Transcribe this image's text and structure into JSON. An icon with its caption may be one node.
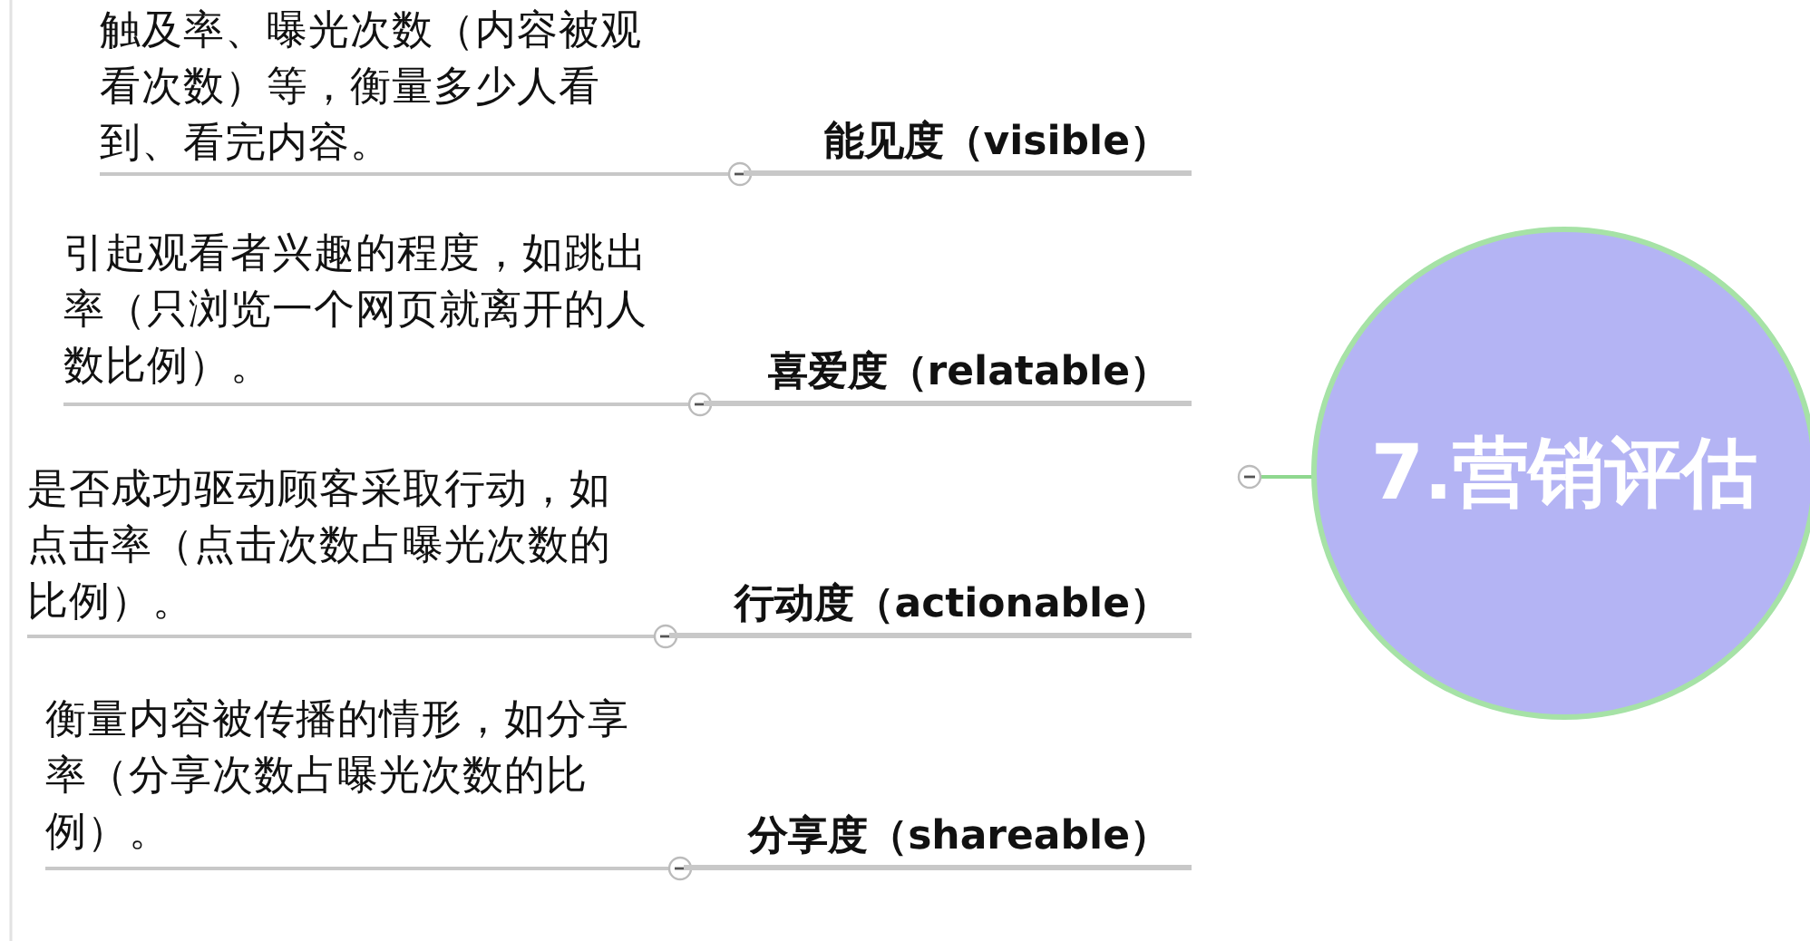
{
  "diagram": {
    "nodes": [
      {
        "text": [
          "7.营销评估"
        ]
      },
      {
        "text": [
          "能见度（visible）"
        ]
      },
      {
        "text": [
          "触及率、曝光次数（内容被观看次数）等，衡量多少人看到、看完内容。"
        ]
      },
      {
        "text": [
          "喜爱度（relatable）"
        ]
      },
      {
        "text": [
          "引起观看者兴趣的程度，如跳出率（只浏览一个网页就离开的人数比例）。"
        ]
      },
      {
        "text": [
          "行动度（actionable）"
        ]
      },
      {
        "text": [
          "是否成功驱动顾客采取行动，如点击率（点击次数占曝光次数的比例）。"
        ]
      },
      {
        "text": [
          "分享度（shareable）"
        ]
      },
      {
        "text": [
          "衡量内容被传播的情形，如分享率（分享次数占曝光次数的比例）。"
        ]
      }
    ],
    "edges": [
      {
        "from": 1,
        "to": 2,
        "arrow": "none"
      },
      {
        "from": 3,
        "to": 4,
        "arrow": "none"
      },
      {
        "from": 5,
        "to": 6,
        "arrow": "none"
      },
      {
        "from": 7,
        "to": 8,
        "arrow": "none"
      }
    ]
  }
}
